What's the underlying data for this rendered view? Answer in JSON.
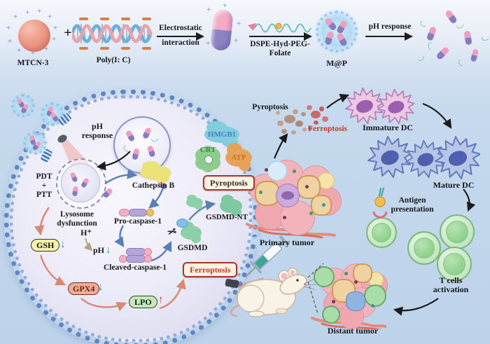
{
  "glyphs": {
    "plus": "+",
    "minus": "-",
    "down": "↓",
    "up": "↑",
    "scissors": "✂"
  },
  "top": {
    "mtcn3": "MTCN-3",
    "plus_join": "+",
    "polyic": "Poly(I: C)",
    "electrostatic_1": "Electrostatic",
    "electrostatic_2": "interaction",
    "dspe_1": "DSPE-Hyd-PEG-",
    "dspe_2": "Folate",
    "map": "M@P",
    "ph_response": "pH response"
  },
  "cell": {
    "ph_1": "pH",
    "ph_2": "response",
    "pdt": "PDT",
    "pdt_plus": "+",
    "ptt": "PTT",
    "lyso_1": "Lysosome",
    "lyso_2": "dysfunction",
    "cathepsin_b": "Cathepsin B",
    "pro_caspase": "Pro-caspase-1",
    "cleaved_caspase": "Cleaved-caspase-1",
    "gsh": "GSH",
    "h_plus": "H⁺",
    "ph_low": "pH",
    "gpx4": "GPX4",
    "lpo": "LPO",
    "gsdmd": "GSDMD",
    "gsdmd_nt": "GSDMD-NT",
    "pyroptosis": "Pyroptosis",
    "ferroptosis": "Ferroptosis",
    "hmgb1": "HMGB1",
    "crt": "CRT",
    "atp": "ATP"
  },
  "immune": {
    "pyroptosis": "Pyroptosis",
    "ferroptosis": "Ferroptosis",
    "immature_dc": "Immature DC",
    "mature_dc": "Mature DC",
    "antigen_1": "Antigen",
    "antigen_2": "presentation",
    "tcells_1": "T cells",
    "tcells_2": "activation",
    "primary_tumor": "Primary tumor",
    "distant_tumor": "Distant tumor"
  },
  "colors": {
    "red_border": "#a8332e",
    "ferroptosis_text": "#c0392b",
    "teal_arrow": "#17968e",
    "blue_arrow": "#5b7fb5",
    "salmon_arrow": "#d98873",
    "hmgb1_text": "#4a7fc1",
    "crt_text": "#2e8b44",
    "atp_text": "#d8822c"
  }
}
